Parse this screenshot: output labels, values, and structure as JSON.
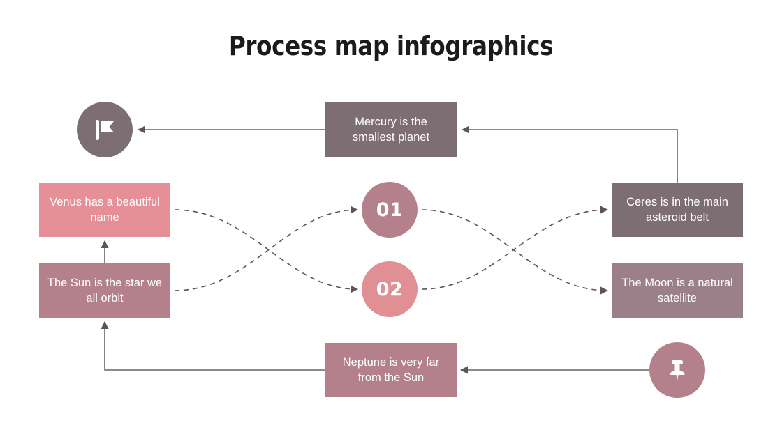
{
  "page": {
    "title": "Process map infographics",
    "background": "#ffffff"
  },
  "palette": {
    "gray_mauve": "#7d6e73",
    "salmon": "#e68f96",
    "dusty_rose": "#b3808c",
    "purple_mauve": "#9b7f89",
    "rose_circle": "#b3808c",
    "salmon_circle": "#e08f94",
    "line": "#6b6066",
    "text_dark": "#1b1b1b",
    "text_light": "#ffffff"
  },
  "nodes": {
    "mercury": {
      "label": "Mercury is the smallest planet",
      "color": "#7d6e73",
      "shape": "rect"
    },
    "venus": {
      "label": "Venus has a beautiful name",
      "color": "#e68f96",
      "shape": "rect"
    },
    "sun": {
      "label": "The Sun is the star we all orbit",
      "color": "#b3808c",
      "shape": "rect"
    },
    "ceres": {
      "label": "Ceres is in the main asteroid belt",
      "color": "#7d6e73",
      "shape": "rect"
    },
    "moon": {
      "label": "The Moon is a natural satellite",
      "color": "#9b7f89",
      "shape": "rect"
    },
    "neptune": {
      "label": "Neptune is very far from the Sun",
      "color": "#b3808c",
      "shape": "rect"
    },
    "step_one": {
      "label": "01",
      "color": "#b3808c",
      "shape": "circle"
    },
    "step_two": {
      "label": "02",
      "color": "#e08f94",
      "shape": "circle"
    },
    "flag_badge": {
      "icon": "flag-icon",
      "color": "#7d6e73",
      "shape": "circle"
    },
    "pin_badge": {
      "icon": "pin-icon",
      "color": "#b3808c",
      "shape": "circle"
    }
  },
  "connections": [
    {
      "from": "ceres",
      "to": "mercury",
      "style": "solid",
      "route": "up-left"
    },
    {
      "from": "mercury",
      "to": "flag_badge",
      "style": "solid",
      "route": "left"
    },
    {
      "from": "venus",
      "to": "step_two",
      "style": "dashed",
      "route": "curve-down"
    },
    {
      "from": "sun",
      "to": "step_one",
      "style": "dashed",
      "route": "curve-up"
    },
    {
      "from": "step_one",
      "to": "moon",
      "style": "dashed",
      "route": "curve-down"
    },
    {
      "from": "step_two",
      "to": "ceres",
      "style": "dashed",
      "route": "curve-up"
    },
    {
      "from": "sun",
      "to": "venus",
      "style": "solid",
      "route": "up"
    },
    {
      "from": "neptune",
      "to": "sun",
      "style": "solid",
      "route": "left-up"
    },
    {
      "from": "pin_badge",
      "to": "neptune",
      "style": "solid",
      "route": "left"
    }
  ]
}
